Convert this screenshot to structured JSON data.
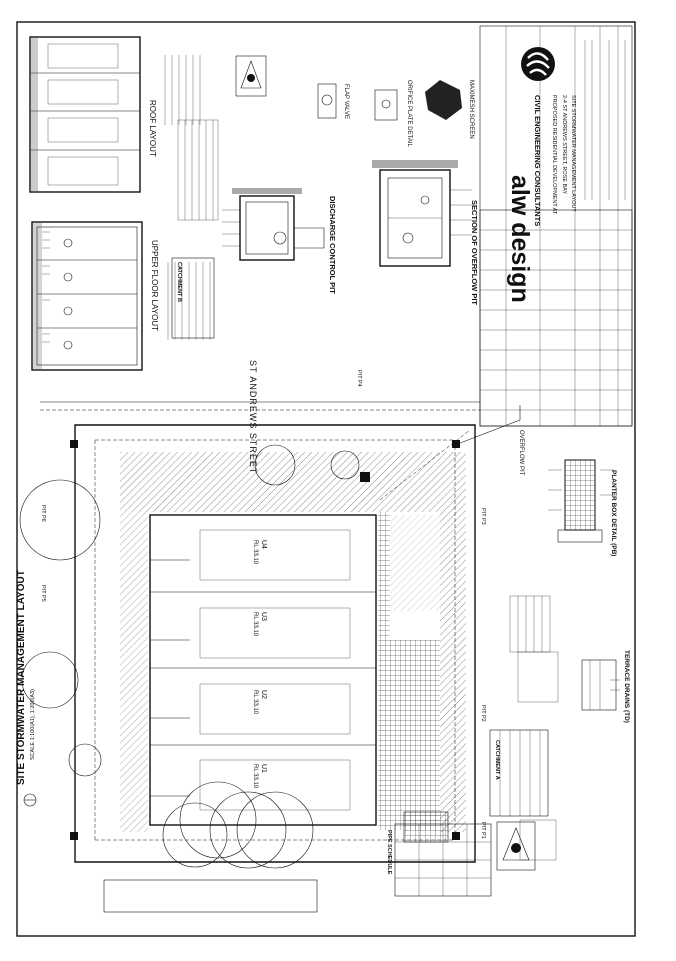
{
  "drawing": {
    "main_title": "SITE STORMWATER MANAGEMENT LAYOUT",
    "main_scale": "SCALE 1:100(A1), 1:200(A3)",
    "street_label": "ST ANDREWS STREET",
    "units": [
      {
        "name": "U1",
        "rl": "RL 33.10"
      },
      {
        "name": "U2",
        "rl": "RL 33.10"
      },
      {
        "name": "U3",
        "rl": "RL 33.10"
      },
      {
        "name": "U4",
        "rl": "RL 33.10"
      }
    ],
    "pits": [
      "PIT P1",
      "PIT P2",
      "PIT P3",
      "PIT P4",
      "PIT P5",
      "PIT P6"
    ],
    "overflow_label": "OVERFLOW PIT",
    "terrace_label": "TERRACE DRAINS (TD)",
    "planter_label": "PLANTER BOX DETAIL (PB)",
    "pipe_schedule_title": "PIPE SCHEDULE",
    "catchment_a_title": "CATCHMENT A",
    "catchment_b_title": "CATCHMENT B",
    "upper_floor_label": "UPPER FLOOR LAYOUT",
    "roof_label": "ROOF LAYOUT",
    "discharge_label": "DISCHARGE CONTROL PIT",
    "overflow_section_label": "SECTION OF OVERFLOW PIT",
    "flap_valve_label": "FLAP VALVE",
    "orifice_label": "ORIFICE PLATE DETAIL",
    "maxmesh_label": "MAXIMESH SCREEN",
    "company_name": "alw design",
    "company_sub": "CIVIL ENGINEERING CONSULTANTS",
    "project": "PROPOSED RESIDENTIAL DEVELOPMENT AT",
    "address": "2-4 ST ANDREWS STREET, ROSE BAY",
    "sheet_title": "SITE STORMWATER MANAGEMENT LAYOUT"
  }
}
